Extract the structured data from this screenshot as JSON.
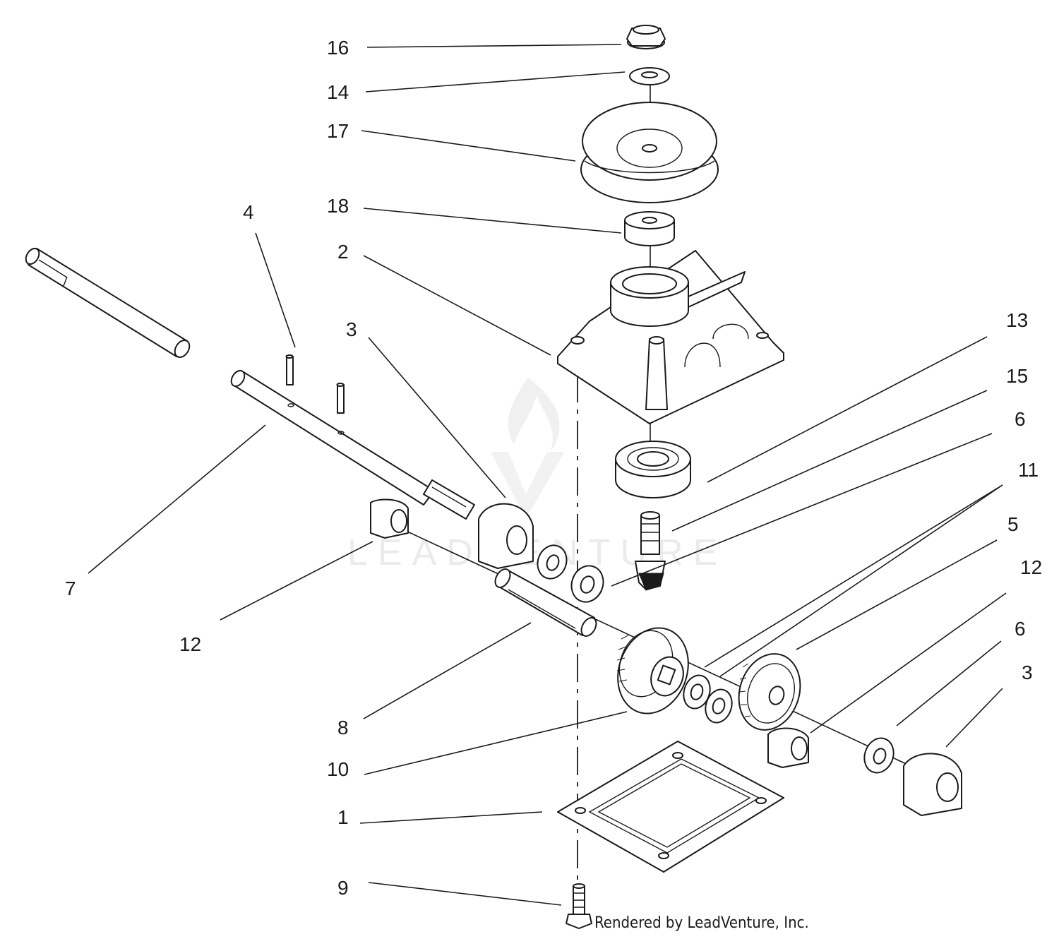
{
  "callouts": [
    {
      "id": "c16",
      "label": "16"
    },
    {
      "id": "c14",
      "label": "14"
    },
    {
      "id": "c17",
      "label": "17"
    },
    {
      "id": "c18",
      "label": "18"
    },
    {
      "id": "c2",
      "label": "2"
    },
    {
      "id": "c4",
      "label": "4"
    },
    {
      "id": "c3a",
      "label": "3"
    },
    {
      "id": "c7",
      "label": "7"
    },
    {
      "id": "c12a",
      "label": "12"
    },
    {
      "id": "c13",
      "label": "13"
    },
    {
      "id": "c15",
      "label": "15"
    },
    {
      "id": "c6a",
      "label": "6"
    },
    {
      "id": "c11",
      "label": "11"
    },
    {
      "id": "c5",
      "label": "5"
    },
    {
      "id": "c12b",
      "label": "12"
    },
    {
      "id": "c6b",
      "label": "6"
    },
    {
      "id": "c3b",
      "label": "3"
    },
    {
      "id": "c8",
      "label": "8"
    },
    {
      "id": "c10",
      "label": "10"
    },
    {
      "id": "c1",
      "label": "1"
    },
    {
      "id": "c9",
      "label": "9"
    }
  ],
  "watermark": {
    "text": "LEADVENTURE"
  },
  "credit": {
    "text": "Rendered by LeadVenture, Inc."
  }
}
